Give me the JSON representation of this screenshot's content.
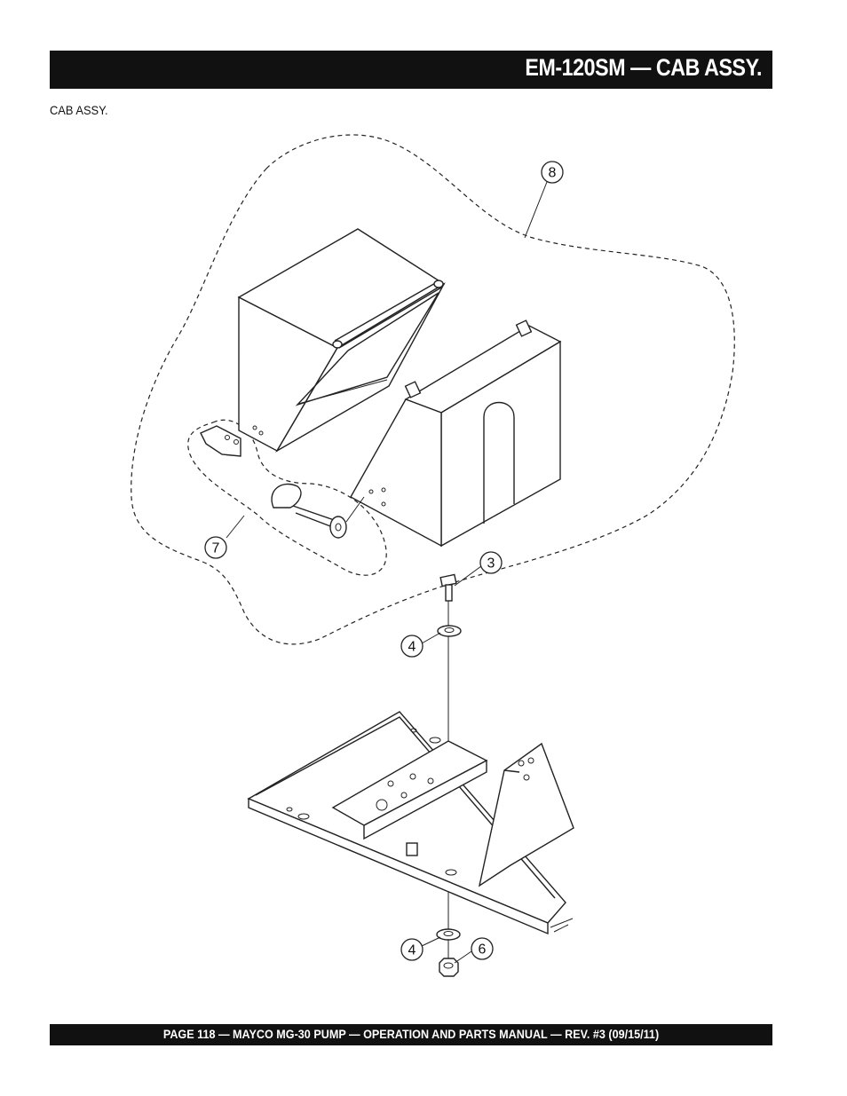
{
  "header": {
    "title": "EM-120SM — CAB ASSY."
  },
  "subtitle": "CAB ASSY.",
  "callouts": [
    {
      "id": "c8",
      "label": "8"
    },
    {
      "id": "c7",
      "label": "7"
    },
    {
      "id": "c3",
      "label": "3"
    },
    {
      "id": "c4a",
      "label": "4"
    },
    {
      "id": "c4b",
      "label": "4"
    },
    {
      "id": "c6",
      "label": "6"
    }
  ],
  "footer": {
    "text": "PAGE 118 — MAYCO  MG-30 PUMP — OPERATION AND PARTS MANUAL — REV. #3 (09/15/11)"
  }
}
